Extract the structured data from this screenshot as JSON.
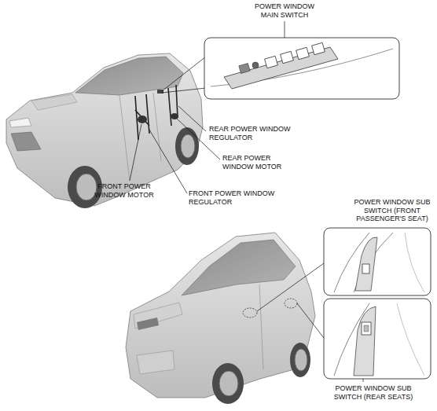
{
  "diagram": {
    "labels": [
      "POWER WINDOW MAIN SWITCH",
      "REAR POWER WINDOW REGULATOR",
      "REAR POWER WINDOW MOTOR",
      "FRONT POWER WINDOW MOTOR",
      "FRONT POWER WINDOW REGULATOR",
      "POWER WINDOW SUB SWITCH (FRONT PASSENGER'S SEAT)",
      "POWER WINDOW SUB SWITCH (REAR SEATS)"
    ]
  }
}
